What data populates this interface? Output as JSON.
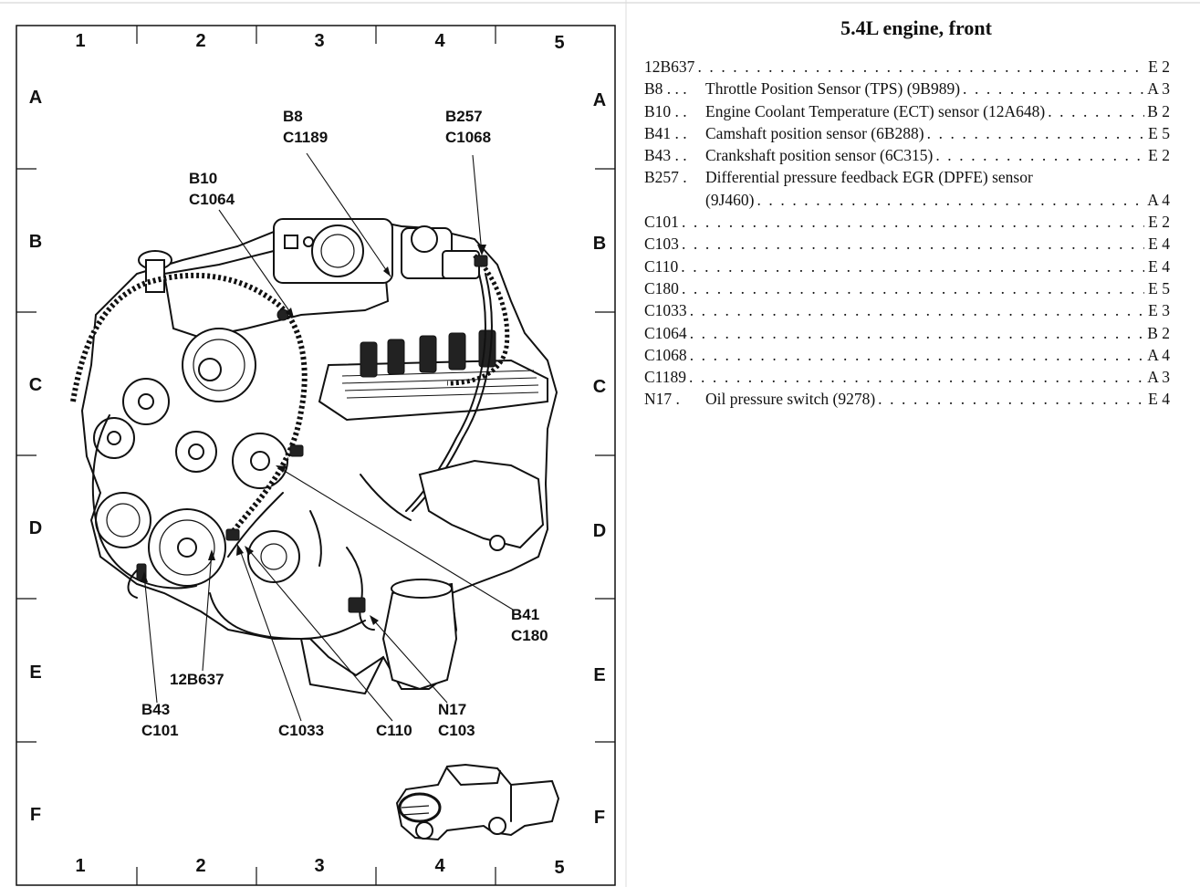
{
  "grid": {
    "columns": [
      "1",
      "2",
      "3",
      "4",
      "5"
    ],
    "rows": [
      "A",
      "B",
      "C",
      "D",
      "E",
      "F"
    ]
  },
  "callouts": {
    "b8": "B8",
    "c1189": "C1189",
    "b257": "B257",
    "c1068": "C1068",
    "b10": "B10",
    "c1064": "C1064",
    "b41": "B41",
    "c180": "C180",
    "c12b637": "12B637",
    "b43": "B43",
    "c101": "C101",
    "c1033": "C1033",
    "c110": "C110",
    "n17": "N17",
    "c103": "C103"
  },
  "legend": {
    "title": "5.4L engine, front",
    "items": [
      {
        "code": "12B637",
        "desc": "",
        "loc": "E 2"
      },
      {
        "code": "B8 . . .",
        "desc": "Throttle Position Sensor (TPS) (9B989)",
        "loc": "A 3"
      },
      {
        "code": "B10 . .",
        "desc": "Engine Coolant Temperature (ECT) sensor (12A648)",
        "loc": "B 2"
      },
      {
        "code": "B41 . .",
        "desc": "Camshaft position sensor (6B288)",
        "loc": "E 5"
      },
      {
        "code": "B43 . .",
        "desc": "Crankshaft position sensor (6C315)",
        "loc": "E 2"
      },
      {
        "code": "B257 .",
        "desc": "Differential pressure feedback EGR (DPFE) sensor",
        "desc2": "(9J460)",
        "loc": "A 4"
      },
      {
        "code": "C101",
        "desc": "",
        "loc": "E 2"
      },
      {
        "code": "C103",
        "desc": "",
        "loc": "E 4"
      },
      {
        "code": "C110",
        "desc": "",
        "loc": "E 4"
      },
      {
        "code": "C180",
        "desc": "",
        "loc": "E 5"
      },
      {
        "code": "C1033",
        "desc": "",
        "loc": "E 3"
      },
      {
        "code": "C1064",
        "desc": "",
        "loc": "B 2"
      },
      {
        "code": "C1068",
        "desc": "",
        "loc": "A 4"
      },
      {
        "code": "C1189",
        "desc": "",
        "loc": "A 3"
      },
      {
        "code": "N17  .",
        "desc": "Oil pressure switch (9278)",
        "loc": "E 4"
      }
    ]
  }
}
